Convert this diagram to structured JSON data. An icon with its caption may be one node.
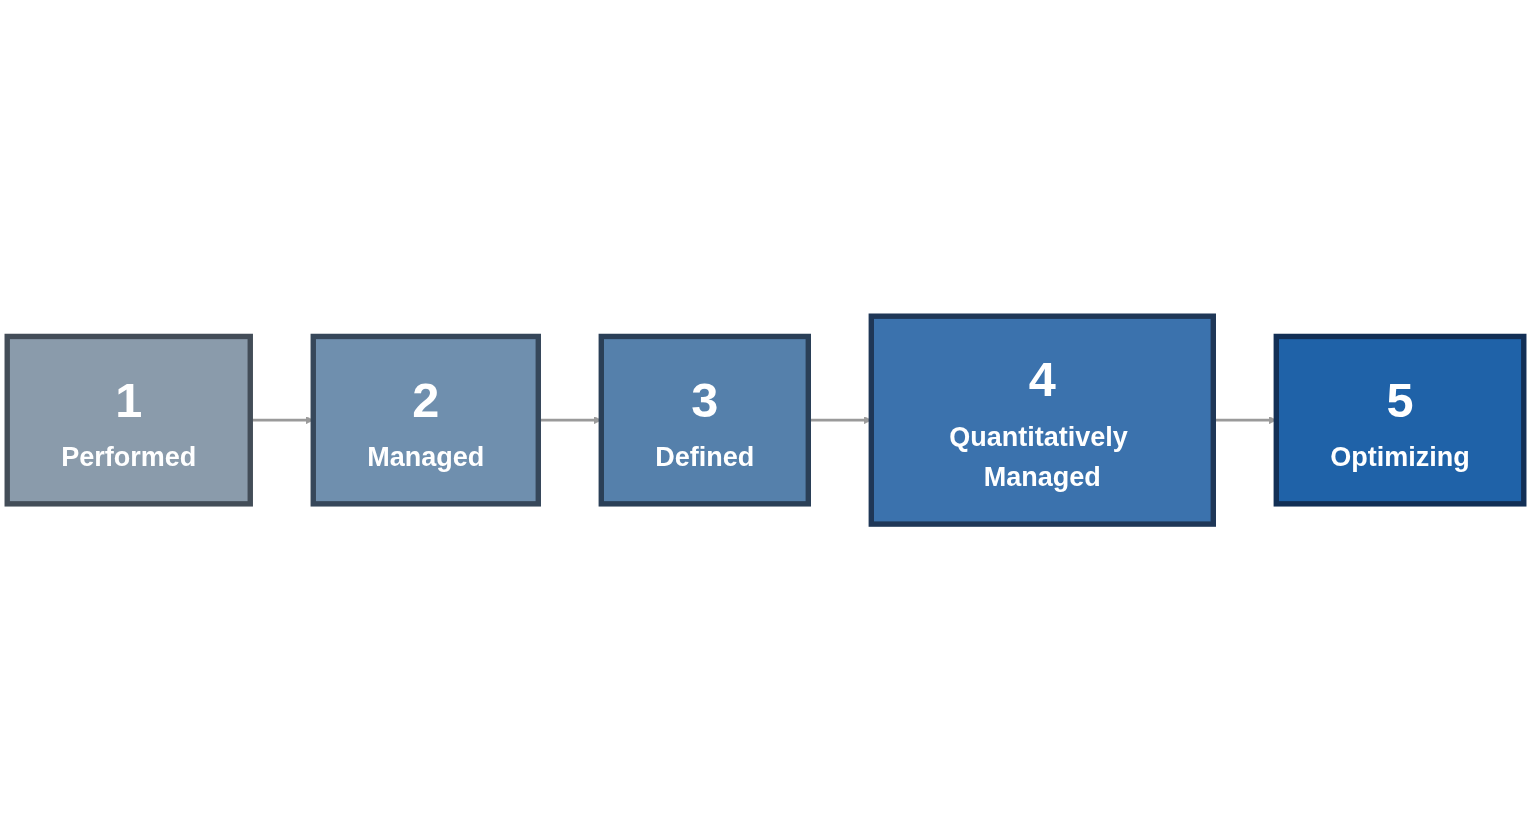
{
  "diagram": {
    "nodes": [
      {
        "text": [
          "1",
          "Performed"
        ]
      },
      {
        "text": [
          "2",
          "Managed"
        ]
      },
      {
        "text": [
          "3",
          "Defined"
        ]
      },
      {
        "text": [
          "4",
          "Quantitatively Managed"
        ]
      },
      {
        "text": [
          "5",
          "Optimizing"
        ]
      }
    ],
    "edges": [
      {
        "from": 0,
        "to": 1,
        "arrow": "to"
      },
      {
        "from": 1,
        "to": 2,
        "arrow": "to"
      },
      {
        "from": 2,
        "to": 3,
        "arrow": "to"
      },
      {
        "from": 3,
        "to": 4,
        "arrow": "to"
      }
    ]
  }
}
